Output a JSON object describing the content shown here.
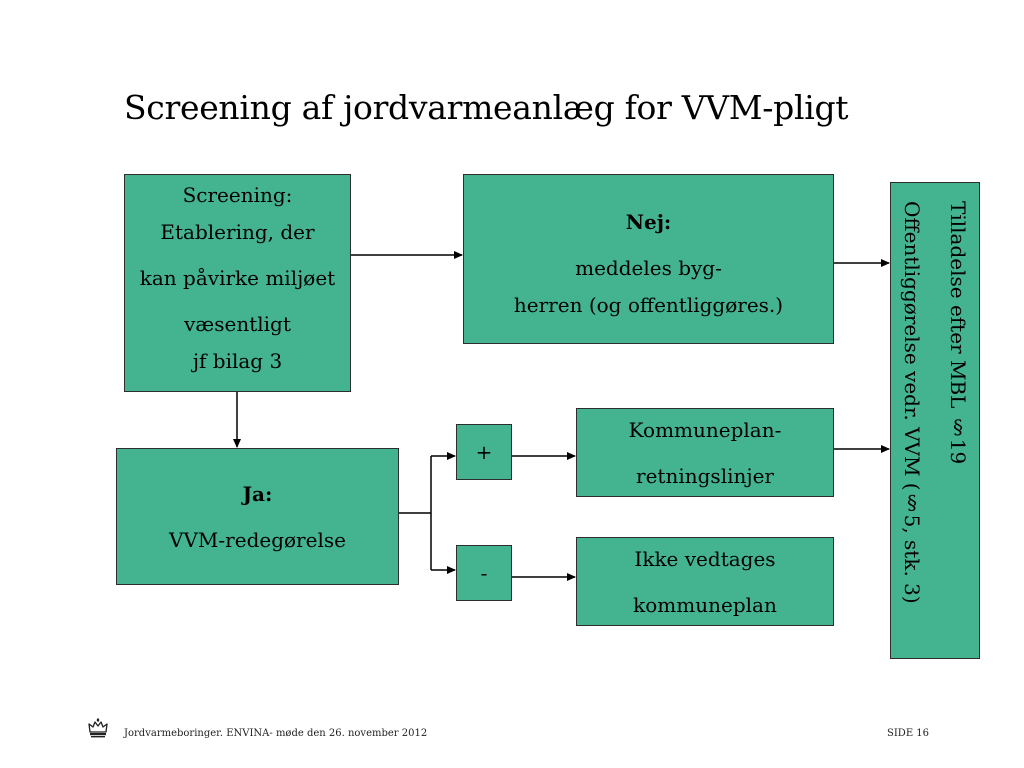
{
  "slide": {
    "title": "Screening af jordvarmeanlæg for VVM-pligt"
  },
  "boxes": {
    "screening": {
      "lines": [
        "Screening:",
        "Etablering, der",
        "kan påvirke miljøet",
        "væsentligt",
        "jf bilag 3"
      ]
    },
    "nej": {
      "heading": "Nej:",
      "lines": [
        "meddeles byg-",
        "herren (og offentliggøres.)"
      ]
    },
    "ja": {
      "heading": "Ja:",
      "lines": [
        "VVM-redegørelse"
      ]
    },
    "plus": {
      "label": "+"
    },
    "minus": {
      "label": "-"
    },
    "kommuneplan": {
      "lines": [
        "Kommuneplan-",
        "retningslinjer"
      ]
    },
    "ikke": {
      "lines": [
        "Ikke vedtages",
        "kommuneplan"
      ]
    },
    "tilladelse": {
      "lines": [
        "Tilladelse efter MBL §19",
        "Offentliggørelse vedr. VVM (§5, stk. 3)"
      ]
    }
  },
  "footer": {
    "text": "Jordvarmeboringer. ENVINA- møde den 26. november 2012",
    "page": "SIDE 16"
  },
  "icons": {
    "logo": "crown-icon"
  },
  "colors": {
    "box_fill": "#44b38f",
    "box_border": "#2d2d2d",
    "arrow": "#000000"
  }
}
